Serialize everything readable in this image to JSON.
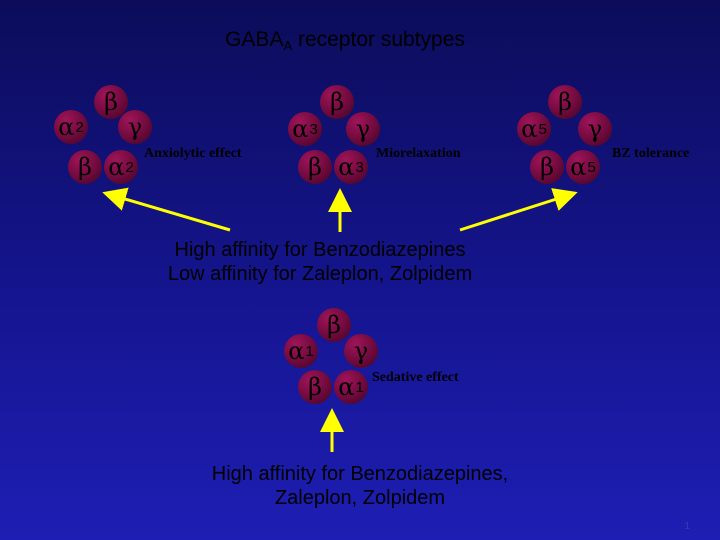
{
  "title": {
    "main": "GABA",
    "sub": "A",
    "rest": " receptor subtypes"
  },
  "subtypes": [
    {
      "alpha": "2",
      "effect": "Anxiolytic effect"
    },
    {
      "alpha": "3",
      "effect": "Miorelaxation"
    },
    {
      "alpha": "5",
      "effect": "BZ tolerance"
    },
    {
      "alpha": "1",
      "effect": "Sedative effect"
    }
  ],
  "symbols": {
    "alpha": "α",
    "beta": "β",
    "gamma": "γ"
  },
  "captions": {
    "group": {
      "line1": "High affinity for Benzodiazepines",
      "line2": "Low affinity for Zaleplon, Zolpidem"
    },
    "alpha1": {
      "line1": "High affinity for Benzodiazepines,",
      "line2": "Zaleplon, Zolpidem"
    }
  },
  "page_number": "1",
  "colors": {
    "background": "#151590",
    "subunit": "#6e0a3c",
    "arrow": "#ffff00"
  }
}
